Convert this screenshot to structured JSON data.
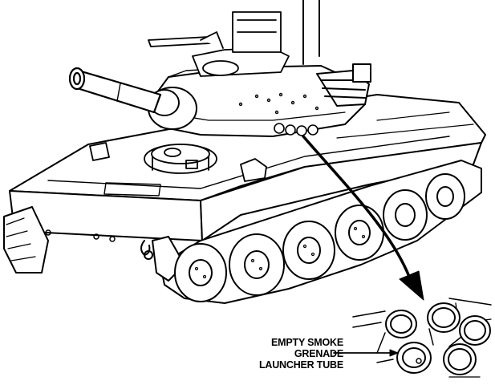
{
  "callout": {
    "line1": "EMPTY SMOKE",
    "line2": "GRENADE",
    "line3": "LAUNCHER TUBE"
  },
  "colors": {
    "ink": "#000000",
    "paper": "#ffffff"
  }
}
